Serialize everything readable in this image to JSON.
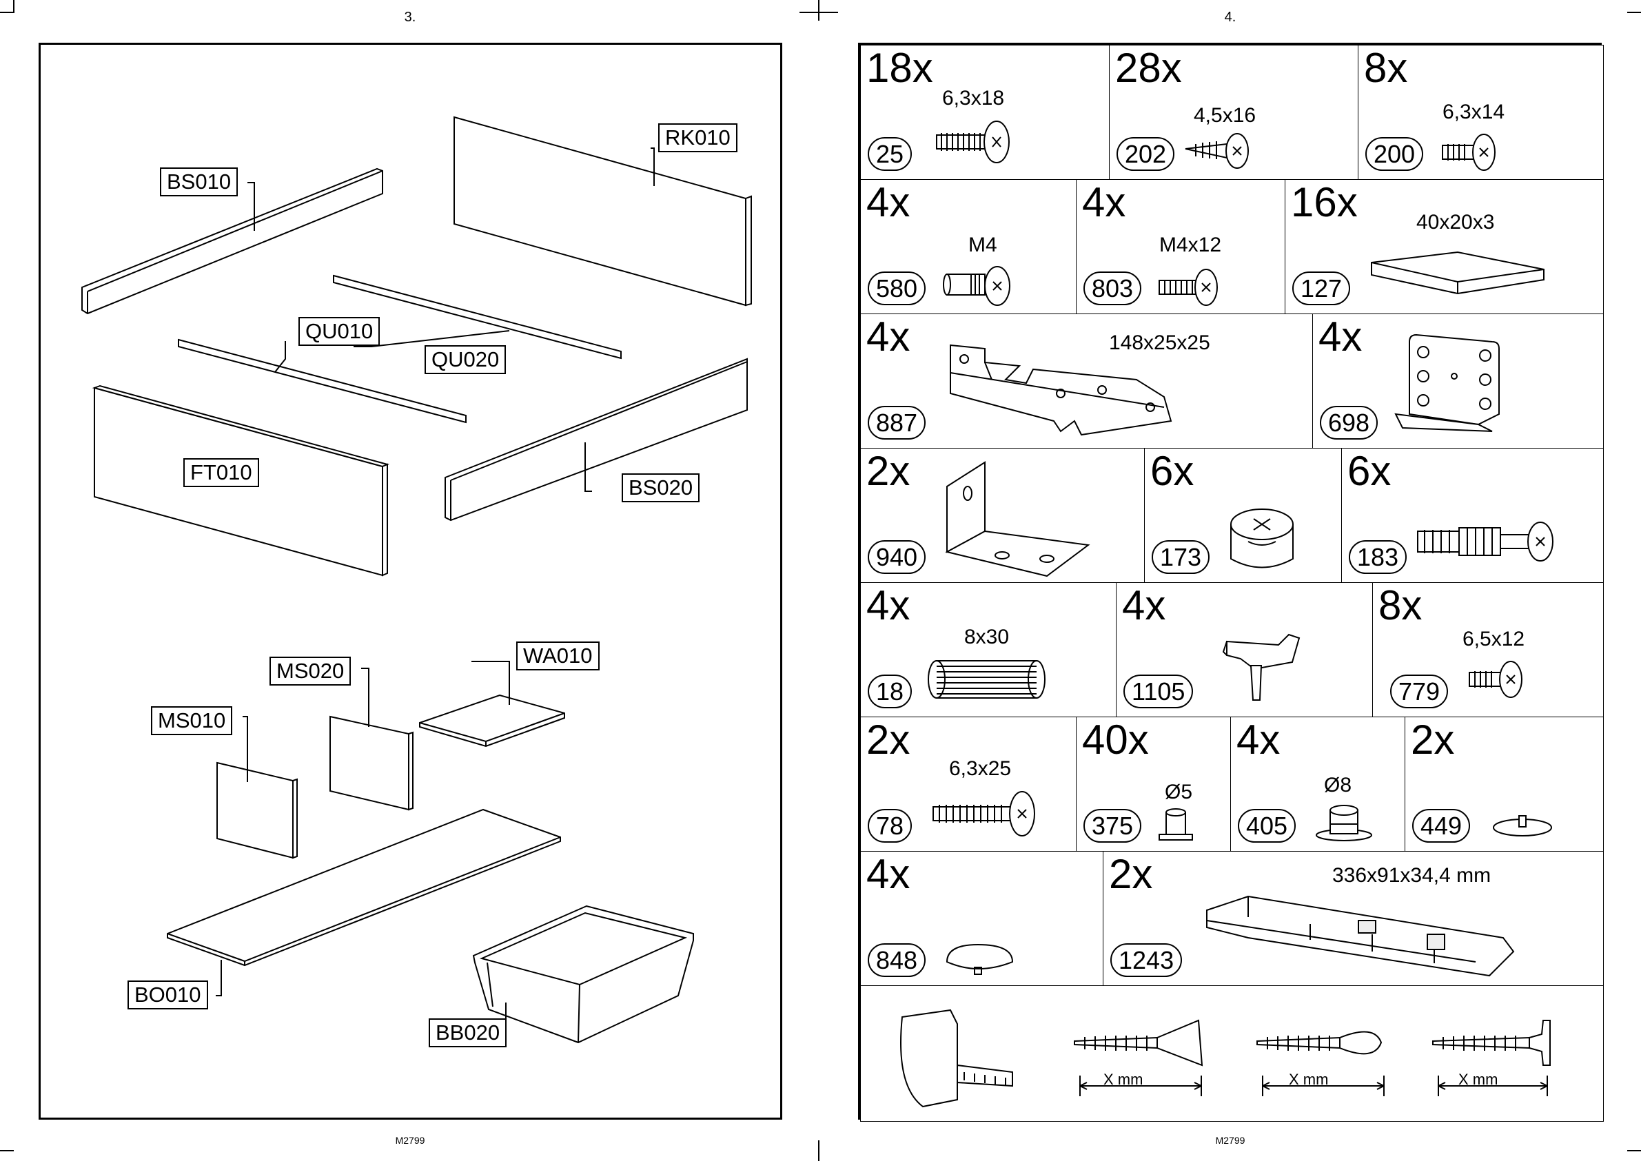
{
  "pages": {
    "left_number": "3.",
    "right_number": "4.",
    "left_footer": "M2799",
    "right_footer": "M2799"
  },
  "parts": {
    "rk010": "RK010",
    "bs010": "BS010",
    "qu010": "QU010",
    "qu020": "QU020",
    "ft010": "FT010",
    "bs020": "BS020",
    "ms020": "MS020",
    "wa010": "WA010",
    "ms010": "MS010",
    "bo010": "BO010",
    "bb020": "BB020"
  },
  "hardware": [
    {
      "qty": "18x",
      "dim": "6,3x18",
      "code": "25",
      "icon": "screw-icon"
    },
    {
      "qty": "28x",
      "dim": "4,5x16",
      "code": "202",
      "icon": "screw-icon"
    },
    {
      "qty": "8x",
      "dim": "6,3x14",
      "code": "200",
      "icon": "screw-icon"
    },
    {
      "qty": "4x",
      "dim": "M4",
      "code": "580",
      "icon": "connector-bolt-icon"
    },
    {
      "qty": "4x",
      "dim": "M4x12",
      "code": "803",
      "icon": "bolt-icon"
    },
    {
      "qty": "16x",
      "dim": "40x20x3",
      "code": "127",
      "icon": "pad-icon"
    },
    {
      "qty": "4x",
      "dim": "148x25x25",
      "code": "887",
      "icon": "bracket-icon"
    },
    {
      "qty": "4x",
      "dim": "",
      "code": "698",
      "icon": "plate-bracket-icon"
    },
    {
      "qty": "2x",
      "dim": "",
      "code": "940",
      "icon": "angle-bracket-icon"
    },
    {
      "qty": "6x",
      "dim": "",
      "code": "173",
      "icon": "cam-lock-icon"
    },
    {
      "qty": "6x",
      "dim": "",
      "code": "183",
      "icon": "cam-bolt-icon"
    },
    {
      "qty": "4x",
      "dim": "8x30",
      "code": "18",
      "icon": "dowel-icon"
    },
    {
      "qty": "4x",
      "dim": "",
      "code": "1105",
      "icon": "shelf-support-icon"
    },
    {
      "qty": "8x",
      "dim": "6,5x12",
      "code": "779",
      "icon": "screw-icon"
    },
    {
      "qty": "2x",
      "dim": "6,3x25",
      "code": "78",
      "icon": "screw-icon"
    },
    {
      "qty": "40x",
      "dim": "Ø5",
      "code": "375",
      "icon": "small-insert-icon"
    },
    {
      "qty": "4x",
      "dim": "Ø8",
      "code": "405",
      "icon": "insert-icon"
    },
    {
      "qty": "2x",
      "dim": "",
      "code": "449",
      "icon": "glide-icon"
    },
    {
      "qty": "4x",
      "dim": "",
      "code": "848",
      "icon": "cap-icon"
    },
    {
      "qty": "2x",
      "dim": "336x91x34,4 mm",
      "code": "1243",
      "icon": "rail-icon"
    }
  ],
  "measure": {
    "labels": [
      "X mm",
      "X mm",
      "X mm"
    ]
  }
}
